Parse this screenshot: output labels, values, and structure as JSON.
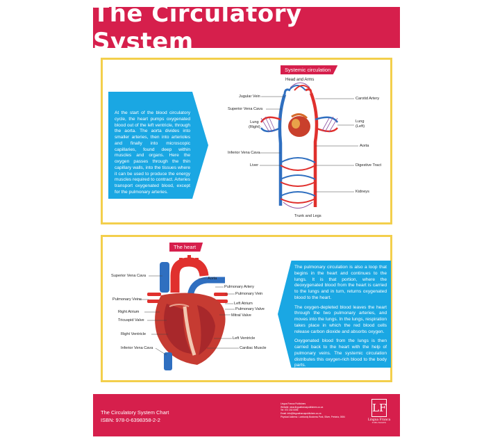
{
  "title": "The Circulatory System",
  "systemic": {
    "tag": "Systemic circulation",
    "text": "At the start of the blood circulatory cycle, the heart pumps oxygenated blood out of the left ventricle, through the aorta. The aorta divides into smaller arteries, then into arterioles and finally into microscopic capillaries, found deep within muscles and organs. Here the oxygen passes through the thin capillary walls, into the tissues where it can be used to produce the energy muscles required to contract. Arteries transport oxygenated blood, except for the pulmonary arteries.",
    "labels": {
      "head_arms": "Head and Arms",
      "jugular_vein": "Jugular Vein",
      "superior_vena_cava": "Superior Vena Cava",
      "lung_right": "Lung\n(Right)",
      "inferior_vena_cava": "Inferior Vena Cava",
      "liver": "Liver",
      "trunk_legs": "Trunk and Legs",
      "carotid_artery": "Carotid Artery",
      "lung_left": "Lung\n(Left)",
      "aorta": "Aorta",
      "digestive_tract": "Digestive Tract",
      "kidneys": "Kidneys"
    }
  },
  "heart": {
    "tag": "The heart",
    "paragraphs": [
      "The pulmonary circulation is also a loop that begins in the heart and continues to the lungs. It is that portion, where the deoxygenated blood from the heart is carried to the lungs and in turn, returns oxygenated blood to the heart.",
      "The oxygen-depleted blood leaves the heart through the two pulmonary arteries, and moves into the lungs. In the lungs, respiration takes place in which the red blood cells release carbon dioxide and absorbs oxygen.",
      "Oxygenated blood from the lungs is then carried back to the heart with the help of pulmonary veins. The systemic circulation distributes this oxygen-rich blood to the body parts."
    ],
    "labels": {
      "superior_vena_cava": "Superior Vena Cava",
      "pulmonary_veins": "Pulmonary Veins",
      "right_atrium": "Right Atrium",
      "tricuspid_valve": "Tricuspid Valve",
      "right_ventricle": "Right Ventricle",
      "inferior_vena_cava": "Inferior Vena Cava",
      "aorta": "Aorta",
      "pulmonary_artery": "Pulmonary Artery",
      "pulmonary_vein": "Pulmonary Vein",
      "left_atrium": "Left Atrium",
      "pulmonary_valve": "Pulmonary Valve",
      "mitral_valve": "Mitral Valve",
      "left_ventricle": "Left Ventricle",
      "cardiac_muscle": "Cardiac Muscle"
    }
  },
  "footer": {
    "chart_title": "The Circulatory System Chart",
    "isbn": "ISBN: 978-0-6398358-2-2",
    "publisher_info": [
      "Lingua Franca Publishers",
      "Website: www.linguafrancapublishers.co.za",
      "Tel: 072 202 0095",
      "Email: info@linguafrancapublishers.co.za",
      "Physical Address: Lombardy Business Park, Silver, Pretoria, 0084"
    ],
    "logo_mark": "LF",
    "logo_brand": "Lingua Franca",
    "logo_sub": "PUBLISHERS"
  },
  "colors": {
    "brand_red": "#d61f4c",
    "frame_gold": "#f3cf4c",
    "info_blue": "#1aa7e3",
    "artery_red": "#e0302d",
    "vein_blue": "#2f6fc0"
  }
}
